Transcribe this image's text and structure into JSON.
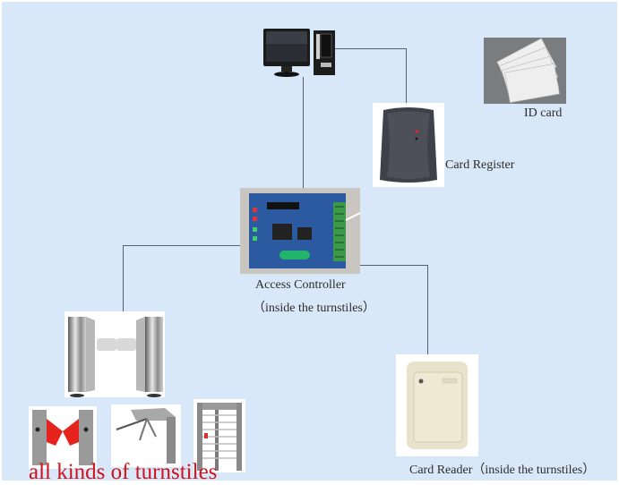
{
  "diagram": {
    "title": "Turnstile access control system",
    "nodes": {
      "computer": {
        "label": "",
        "icon": "desktop-computer-icon"
      },
      "id_card": {
        "label": "ID card",
        "icon": "id-cards-photo"
      },
      "card_register": {
        "label": "Card Register",
        "icon": "card-register-device-photo"
      },
      "access_controller": {
        "label": "Access Controller",
        "sublabel": "（inside the turnstiles）",
        "icon": "controller-board-photo"
      },
      "card_reader": {
        "label": "Card Reader（inside the turnstiles）",
        "icon": "card-reader-device-photo"
      },
      "turnstiles": {
        "label": "all kinds of turnstiles",
        "types": [
          "swing barrier",
          "flap barrier",
          "tripod turnstile",
          "full height turnstile"
        ]
      }
    },
    "connections": [
      {
        "from": "computer",
        "to": "card_register"
      },
      {
        "from": "computer",
        "to": "access_controller"
      },
      {
        "from": "access_controller",
        "to": "turnstiles"
      },
      {
        "from": "access_controller",
        "to": "card_reader"
      }
    ],
    "colors": {
      "background": "#d9e8f8",
      "line": "#55606a",
      "turnstile_label": "#d0101a",
      "text": "#2c2c2c"
    }
  }
}
